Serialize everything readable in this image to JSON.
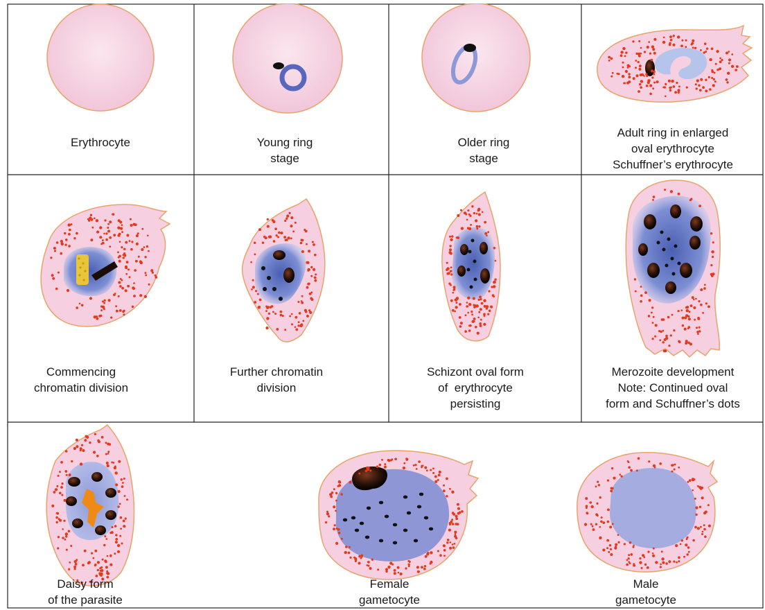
{
  "figure": {
    "cells": [
      {
        "caption": [
          "Erythrocyte"
        ]
      },
      {
        "caption": [
          "Young ring",
          "stage"
        ]
      },
      {
        "caption": [
          "Older ring",
          "stage"
        ]
      },
      {
        "caption": [
          "Adult ring in enlarged",
          "oval erythrocyte",
          "Schuffner’s erythrocyte"
        ]
      },
      {
        "caption": [
          "Commencing",
          "chromatin division"
        ]
      },
      {
        "caption": [
          "Further chromatin",
          "division"
        ]
      },
      {
        "caption": [
          "Schizont oval form",
          "of  erythrocyte",
          "persisting"
        ]
      },
      {
        "caption": [
          "Merozoite development",
          "Note: Continued oval",
          "form and Schuffner’s dots"
        ]
      },
      {
        "caption": [
          "Daisy form",
          "of the parasite"
        ]
      },
      {
        "caption": [
          "Female",
          "gametocyte"
        ]
      },
      {
        "caption": [
          "Male",
          "gametocyte"
        ]
      }
    ]
  },
  "colors": {
    "cell_fill": "#f7d4e4",
    "cell_outline": "#e8a36a",
    "schuffner_dots": "#e23a1c",
    "parasite_blue": "#6d83c9",
    "chromatin": "#111111",
    "pigment": "#e9a516"
  }
}
